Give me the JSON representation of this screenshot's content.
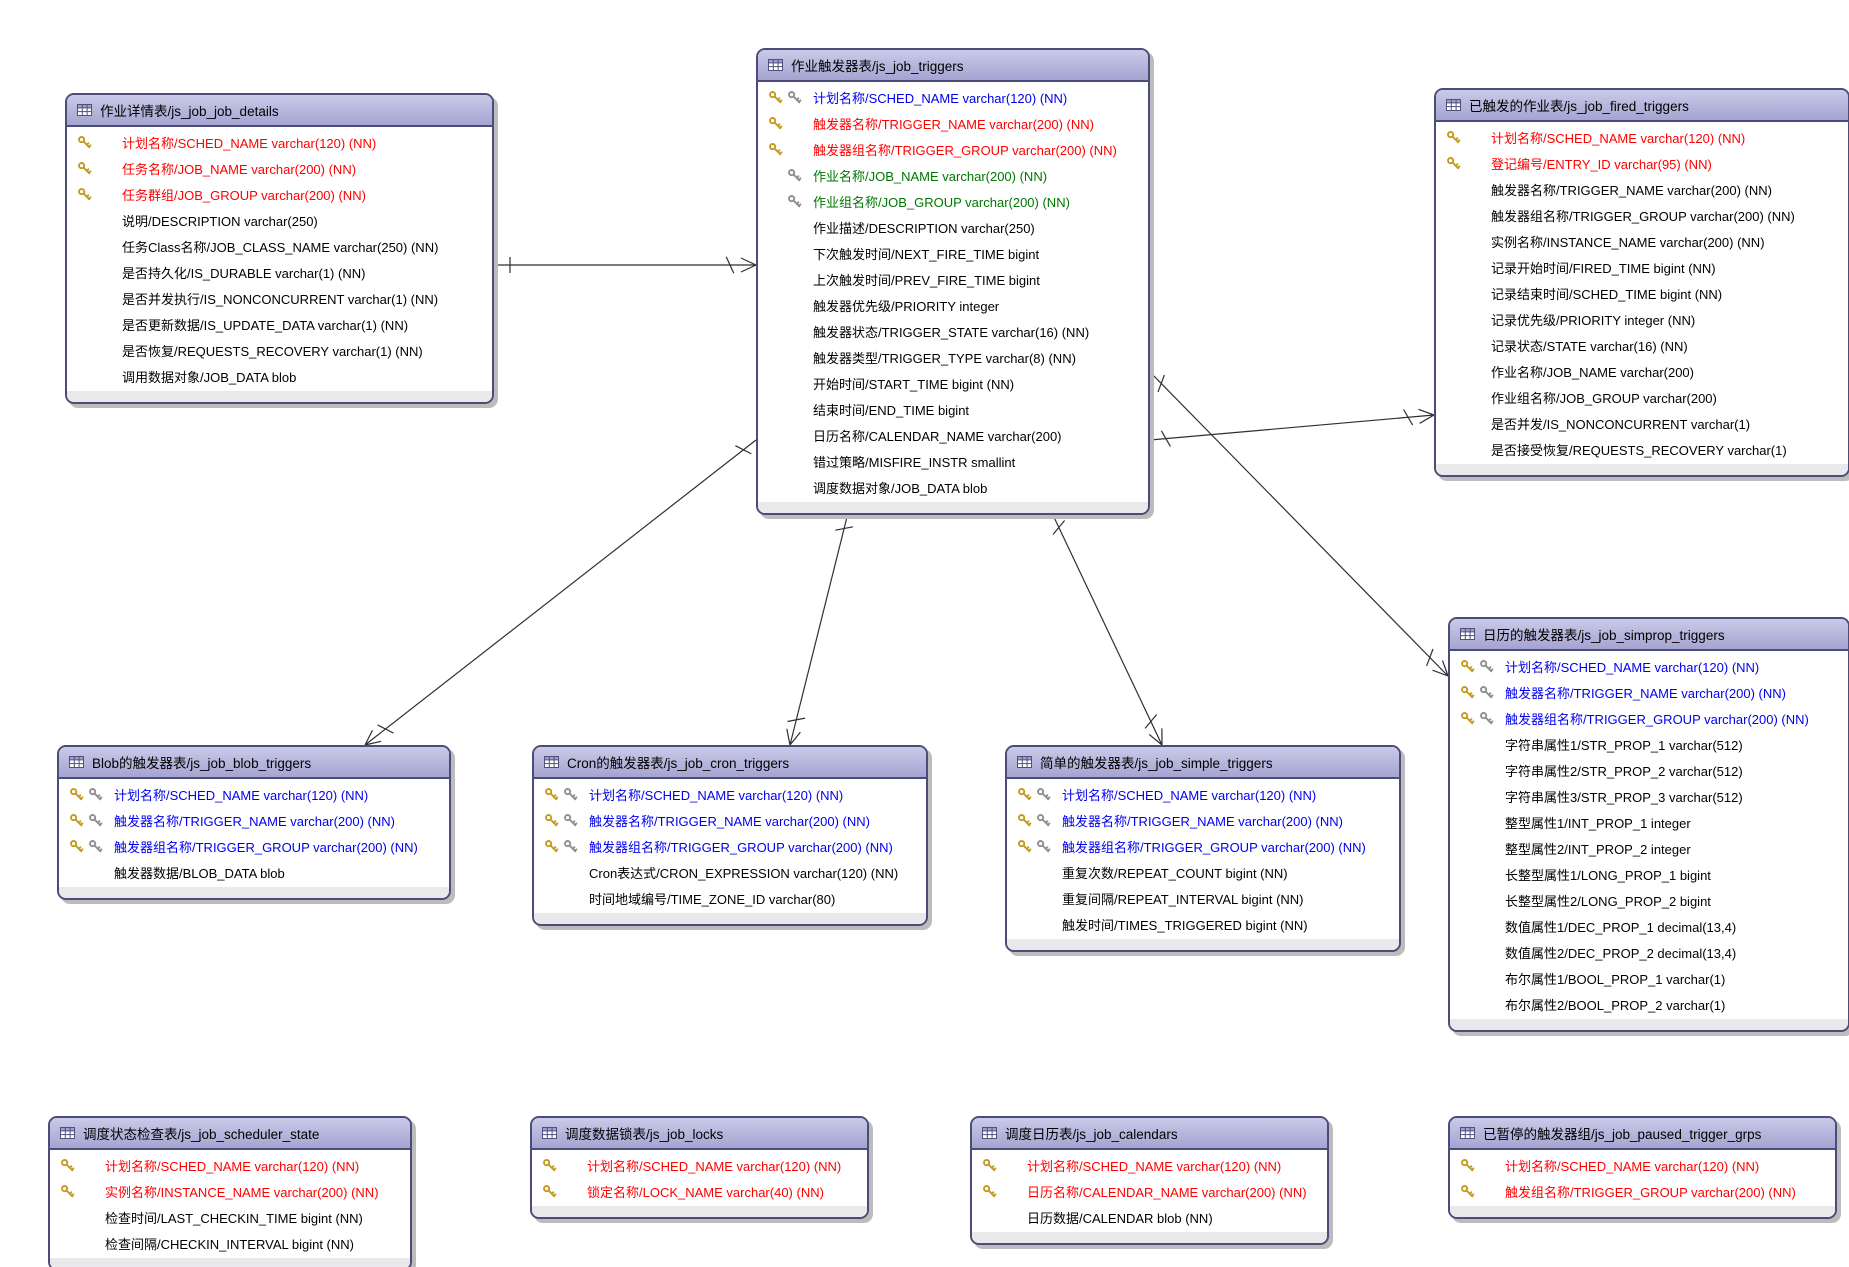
{
  "colors": {
    "pk": "#ff0000",
    "pkfk": "#0000ee",
    "fk": "#007700",
    "n": "#000000",
    "header_fill": "#b7b7dd",
    "table_border": "#4c4c78",
    "gold_key": "#c59a1e",
    "silver_key": "#8f8f8f",
    "relationship_line": "#2f2f2f"
  },
  "tables": [
    {
      "id": "js_job_job_details",
      "title": "作业详情表/js_job_job_details",
      "fields": [
        {
          "t": "计划名称/SCHED_NAME varchar(120) (NN)",
          "c": "pk",
          "k": "g"
        },
        {
          "t": "任务名称/JOB_NAME varchar(200) (NN)",
          "c": "pk",
          "k": "g"
        },
        {
          "t": "任务群组/JOB_GROUP varchar(200) (NN)",
          "c": "pk",
          "k": "g"
        },
        {
          "t": "说明/DESCRIPTION varchar(250)",
          "c": "n",
          "k": ""
        },
        {
          "t": "任务Class名称/JOB_CLASS_NAME varchar(250) (NN)",
          "c": "n",
          "k": ""
        },
        {
          "t": "是否持久化/IS_DURABLE varchar(1) (NN)",
          "c": "n",
          "k": ""
        },
        {
          "t": "是否并发执行/IS_NONCONCURRENT varchar(1) (NN)",
          "c": "n",
          "k": ""
        },
        {
          "t": "是否更新数据/IS_UPDATE_DATA varchar(1) (NN)",
          "c": "n",
          "k": ""
        },
        {
          "t": "是否恢复/REQUESTS_RECOVERY varchar(1) (NN)",
          "c": "n",
          "k": ""
        },
        {
          "t": "调用数据对象/JOB_DATA blob",
          "c": "n",
          "k": ""
        }
      ]
    },
    {
      "id": "js_job_triggers",
      "title": "作业触发器表/js_job_triggers",
      "fields": [
        {
          "t": "计划名称/SCHED_NAME varchar(120) (NN)",
          "c": "pkfk",
          "k": "gs"
        },
        {
          "t": "触发器名称/TRIGGER_NAME varchar(200) (NN)",
          "c": "pk",
          "k": "g"
        },
        {
          "t": "触发器组名称/TRIGGER_GROUP varchar(200) (NN)",
          "c": "pk",
          "k": "g"
        },
        {
          "t": "作业名称/JOB_NAME varchar(200) (NN)",
          "c": "fk",
          "k": "s"
        },
        {
          "t": "作业组名称/JOB_GROUP varchar(200) (NN)",
          "c": "fk",
          "k": "s"
        },
        {
          "t": "作业描述/DESCRIPTION varchar(250)",
          "c": "n",
          "k": ""
        },
        {
          "t": "下次触发时间/NEXT_FIRE_TIME bigint",
          "c": "n",
          "k": ""
        },
        {
          "t": "上次触发时间/PREV_FIRE_TIME bigint",
          "c": "n",
          "k": ""
        },
        {
          "t": "触发器优先级/PRIORITY integer",
          "c": "n",
          "k": ""
        },
        {
          "t": "触发器状态/TRIGGER_STATE varchar(16) (NN)",
          "c": "n",
          "k": ""
        },
        {
          "t": "触发器类型/TRIGGER_TYPE varchar(8) (NN)",
          "c": "n",
          "k": ""
        },
        {
          "t": "开始时间/START_TIME bigint (NN)",
          "c": "n",
          "k": ""
        },
        {
          "t": "结束时间/END_TIME bigint",
          "c": "n",
          "k": ""
        },
        {
          "t": "日历名称/CALENDAR_NAME varchar(200)",
          "c": "n",
          "k": ""
        },
        {
          "t": "错过策略/MISFIRE_INSTR smallint",
          "c": "n",
          "k": ""
        },
        {
          "t": "调度数据对象/JOB_DATA blob",
          "c": "n",
          "k": ""
        }
      ]
    },
    {
      "id": "js_job_fired_triggers",
      "title": "已触发的作业表/js_job_fired_triggers",
      "fields": [
        {
          "t": "计划名称/SCHED_NAME varchar(120) (NN)",
          "c": "pk",
          "k": "g"
        },
        {
          "t": "登记编号/ENTRY_ID varchar(95) (NN)",
          "c": "pk",
          "k": "g"
        },
        {
          "t": "触发器名称/TRIGGER_NAME varchar(200) (NN)",
          "c": "n",
          "k": ""
        },
        {
          "t": "触发器组名称/TRIGGER_GROUP varchar(200) (NN)",
          "c": "n",
          "k": ""
        },
        {
          "t": "实例名称/INSTANCE_NAME varchar(200) (NN)",
          "c": "n",
          "k": ""
        },
        {
          "t": "记录开始时间/FIRED_TIME bigint (NN)",
          "c": "n",
          "k": ""
        },
        {
          "t": "记录结束时间/SCHED_TIME bigint (NN)",
          "c": "n",
          "k": ""
        },
        {
          "t": "记录优先级/PRIORITY integer (NN)",
          "c": "n",
          "k": ""
        },
        {
          "t": "记录状态/STATE varchar(16) (NN)",
          "c": "n",
          "k": ""
        },
        {
          "t": "作业名称/JOB_NAME varchar(200)",
          "c": "n",
          "k": ""
        },
        {
          "t": "作业组名称/JOB_GROUP varchar(200)",
          "c": "n",
          "k": ""
        },
        {
          "t": "是否并发/IS_NONCONCURRENT varchar(1)",
          "c": "n",
          "k": ""
        },
        {
          "t": "是否接受恢复/REQUESTS_RECOVERY varchar(1)",
          "c": "n",
          "k": ""
        }
      ]
    },
    {
      "id": "js_job_simprop_triggers",
      "title": "日历的触发器表/js_job_simprop_triggers",
      "fields": [
        {
          "t": "计划名称/SCHED_NAME varchar(120) (NN)",
          "c": "pkfk",
          "k": "gs"
        },
        {
          "t": "触发器名称/TRIGGER_NAME varchar(200) (NN)",
          "c": "pkfk",
          "k": "gs"
        },
        {
          "t": "触发器组名称/TRIGGER_GROUP varchar(200) (NN)",
          "c": "pkfk",
          "k": "gs"
        },
        {
          "t": "字符串属性1/STR_PROP_1 varchar(512)",
          "c": "n",
          "k": ""
        },
        {
          "t": "字符串属性2/STR_PROP_2 varchar(512)",
          "c": "n",
          "k": ""
        },
        {
          "t": "字符串属性3/STR_PROP_3 varchar(512)",
          "c": "n",
          "k": ""
        },
        {
          "t": "整型属性1/INT_PROP_1 integer",
          "c": "n",
          "k": ""
        },
        {
          "t": "整型属性2/INT_PROP_2 integer",
          "c": "n",
          "k": ""
        },
        {
          "t": "长整型属性1/LONG_PROP_1 bigint",
          "c": "n",
          "k": ""
        },
        {
          "t": "长整型属性2/LONG_PROP_2 bigint",
          "c": "n",
          "k": ""
        },
        {
          "t": "数值属性1/DEC_PROP_1 decimal(13,4)",
          "c": "n",
          "k": ""
        },
        {
          "t": "数值属性2/DEC_PROP_2 decimal(13,4)",
          "c": "n",
          "k": ""
        },
        {
          "t": "布尔属性1/BOOL_PROP_1 varchar(1)",
          "c": "n",
          "k": ""
        },
        {
          "t": "布尔属性2/BOOL_PROP_2 varchar(1)",
          "c": "n",
          "k": ""
        }
      ]
    },
    {
      "id": "js_job_blob_triggers",
      "title": "Blob的触发器表/js_job_blob_triggers",
      "fields": [
        {
          "t": "计划名称/SCHED_NAME varchar(120) (NN)",
          "c": "pkfk",
          "k": "gs"
        },
        {
          "t": "触发器名称/TRIGGER_NAME varchar(200) (NN)",
          "c": "pkfk",
          "k": "gs"
        },
        {
          "t": "触发器组名称/TRIGGER_GROUP varchar(200) (NN)",
          "c": "pkfk",
          "k": "gs"
        },
        {
          "t": "触发器数据/BLOB_DATA blob",
          "c": "n",
          "k": ""
        }
      ]
    },
    {
      "id": "js_job_cron_triggers",
      "title": "Cron的触发器表/js_job_cron_triggers",
      "fields": [
        {
          "t": "计划名称/SCHED_NAME varchar(120) (NN)",
          "c": "pkfk",
          "k": "gs"
        },
        {
          "t": "触发器名称/TRIGGER_NAME varchar(200) (NN)",
          "c": "pkfk",
          "k": "gs"
        },
        {
          "t": "触发器组名称/TRIGGER_GROUP varchar(200) (NN)",
          "c": "pkfk",
          "k": "gs"
        },
        {
          "t": "Cron表达式/CRON_EXPRESSION varchar(120) (NN)",
          "c": "n",
          "k": ""
        },
        {
          "t": "时间地域编号/TIME_ZONE_ID varchar(80)",
          "c": "n",
          "k": ""
        }
      ]
    },
    {
      "id": "js_job_simple_triggers",
      "title": "简单的触发器表/js_job_simple_triggers",
      "fields": [
        {
          "t": "计划名称/SCHED_NAME varchar(120) (NN)",
          "c": "pkfk",
          "k": "gs"
        },
        {
          "t": "触发器名称/TRIGGER_NAME varchar(200) (NN)",
          "c": "pkfk",
          "k": "gs"
        },
        {
          "t": "触发器组名称/TRIGGER_GROUP varchar(200) (NN)",
          "c": "pkfk",
          "k": "gs"
        },
        {
          "t": "重复次数/REPEAT_COUNT bigint (NN)",
          "c": "n",
          "k": ""
        },
        {
          "t": "重复间隔/REPEAT_INTERVAL bigint (NN)",
          "c": "n",
          "k": ""
        },
        {
          "t": "触发时间/TIMES_TRIGGERED bigint (NN)",
          "c": "n",
          "k": ""
        }
      ]
    },
    {
      "id": "js_job_scheduler_state",
      "title": "调度状态检查表/js_job_scheduler_state",
      "fields": [
        {
          "t": "计划名称/SCHED_NAME varchar(120) (NN)",
          "c": "pk",
          "k": "g"
        },
        {
          "t": "实例名称/INSTANCE_NAME varchar(200) (NN)",
          "c": "pk",
          "k": "g"
        },
        {
          "t": "检查时间/LAST_CHECKIN_TIME bigint (NN)",
          "c": "n",
          "k": ""
        },
        {
          "t": "检查间隔/CHECKIN_INTERVAL bigint (NN)",
          "c": "n",
          "k": ""
        }
      ]
    },
    {
      "id": "js_job_locks",
      "title": "调度数据锁表/js_job_locks",
      "fields": [
        {
          "t": "计划名称/SCHED_NAME varchar(120) (NN)",
          "c": "pk",
          "k": "g"
        },
        {
          "t": "锁定名称/LOCK_NAME varchar(40) (NN)",
          "c": "pk",
          "k": "g"
        }
      ]
    },
    {
      "id": "js_job_calendars",
      "title": "调度日历表/js_job_calendars",
      "fields": [
        {
          "t": "计划名称/SCHED_NAME varchar(120) (NN)",
          "c": "pk",
          "k": "g"
        },
        {
          "t": "日历名称/CALENDAR_NAME varchar(200) (NN)",
          "c": "pk",
          "k": "g"
        },
        {
          "t": "日历数据/CALENDAR blob (NN)",
          "c": "n",
          "k": ""
        }
      ]
    },
    {
      "id": "js_job_paused_trigger_grps",
      "title": "已暂停的触发器组/js_job_paused_trigger_grps",
      "fields": [
        {
          "t": "计划名称/SCHED_NAME varchar(120) (NN)",
          "c": "pk",
          "k": "g"
        },
        {
          "t": "触发组名称/TRIGGER_GROUP varchar(200) (NN)",
          "c": "pk",
          "k": "g"
        }
      ]
    }
  ],
  "relationships": [
    {
      "from": "js_job_job_details",
      "to": "js_job_triggers"
    },
    {
      "from": "js_job_triggers",
      "to": "js_job_blob_triggers"
    },
    {
      "from": "js_job_triggers",
      "to": "js_job_cron_triggers"
    },
    {
      "from": "js_job_triggers",
      "to": "js_job_simple_triggers"
    },
    {
      "from": "js_job_triggers",
      "to": "js_job_fired_triggers"
    },
    {
      "from": "js_job_triggers",
      "to": "js_job_simprop_triggers"
    }
  ]
}
